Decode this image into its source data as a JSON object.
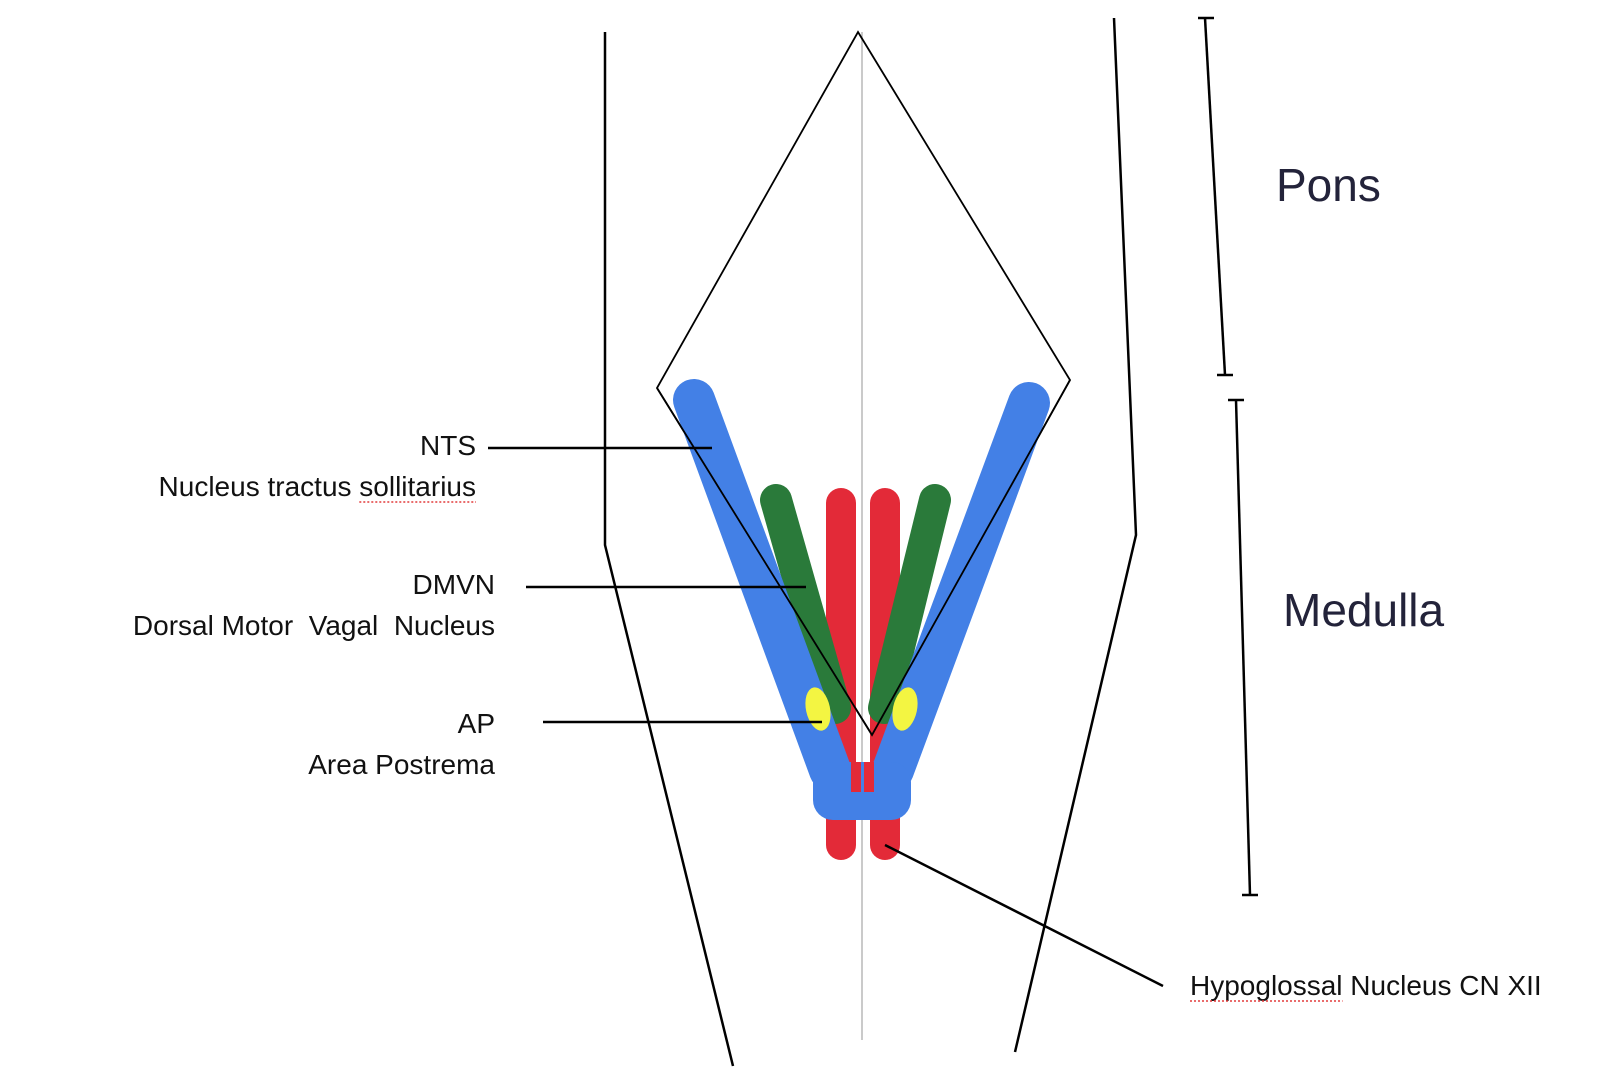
{
  "colors": {
    "nts": "#4380e6",
    "dmvn": "#2a7a3a",
    "hypoglossal": "#e32a38",
    "area_postrema": "#f3f542",
    "outline": "#000000",
    "midline": "#b9b9b9",
    "text": "#111111",
    "region_text": "#23233a",
    "spellcheck_underline": "#e23b3b"
  },
  "labels": {
    "nts_abbr": "NTS",
    "nts_full_prefix": "Nucleus tractus ",
    "nts_full_word": "sollitarius",
    "dmvn_abbr": "DMVN",
    "dmvn_full": "Dorsal Motor  Vagal  Nucleus",
    "ap_abbr": "AP",
    "ap_full": "Area Postrema",
    "hypo_word": "Hypoglossal",
    "hypo_rest": " Nucleus CN XII"
  },
  "regions": {
    "pons": "Pons",
    "medulla": "Medulla"
  }
}
